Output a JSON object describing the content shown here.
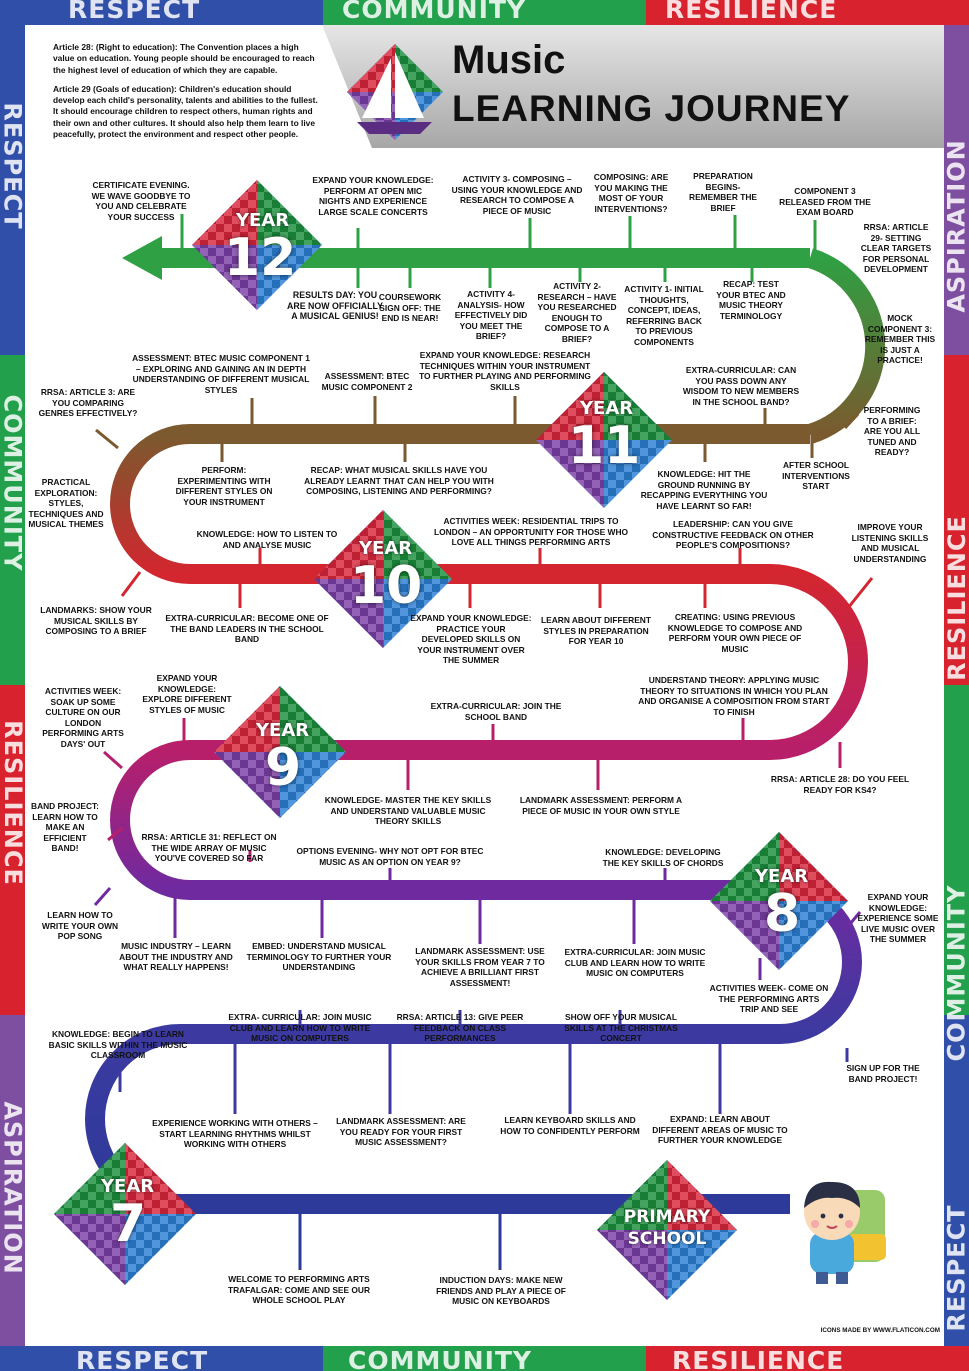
{
  "header": {
    "title": "Music",
    "subtitle": "LEARNING JOURNEY"
  },
  "intro": {
    "article28": "Article 28: (Right to education): The Convention places a high value on education. Young people should be encouraged to reach the highest level of education of which they are capable.",
    "article29": "Article 29 (Goals of education): Children's education should develop each child's personality, talents and abilities to the fullest. It should encourage children to respect others, human rights and their own and other cultures. It should also help them learn to live peacefully, protect the environment and respect other people."
  },
  "border": {
    "top": [
      "RESPECT",
      "COMMUNITY",
      "RESILIENCE"
    ],
    "bottom": [
      "RESPECT",
      "COMMUNITY",
      "RESILIENCE"
    ],
    "left": [
      "RESPECT",
      "COMMUNITY",
      "RESILIENCE",
      "ASPIRATION"
    ],
    "right": [
      "ASPIRATION",
      "RESILIENCE",
      "COMMUNITY",
      "RESPECT"
    ]
  },
  "years": {
    "y12": {
      "word": "YEAR",
      "num": "12"
    },
    "y11": {
      "word": "YEAR",
      "num": "11"
    },
    "y10": {
      "word": "YEAR",
      "num": "10"
    },
    "y9": {
      "word": "YEAR",
      "num": "9"
    },
    "y8": {
      "word": "YEAR",
      "num": "8"
    },
    "y7": {
      "word": "YEAR",
      "num": "7"
    },
    "primary": "PRIMARY SCHOOL"
  },
  "labels": {
    "y12_certificate": "CERTIFICATE EVENING. WE WAVE GOODBYE TO YOU AND CELEBRATE YOUR SUCCESS",
    "y12_openmic": "EXPAND YOUR KNOWLEDGE: PERFORM AT OPEN MIC NIGHTS AND EXPERIENCE LARGE SCALE CONCERTS",
    "y12_activity3": "ACTIVITY 3- COMPOSING – USING YOUR KNOWLEDGE AND RESEARCH TO COMPOSE A PIECE OF MUSIC",
    "y12_composing": "COMPOSING: ARE YOU MAKING THE MOST OF YOUR INTERVENTIONS?",
    "y12_preparation": "PREPARATION BEGINS- REMEMBER THE BRIEF",
    "y12_component3": "COMPONENT 3 RELEASED FROM THE EXAM BOARD",
    "y12_rrsa29": "RRSA: ARTICLE 29- SETTING CLEAR TARGETS FOR PERSONAL DEVELOPMENT",
    "y12_results": "RESULTS DAY: YOU ARE NOW OFFICIALLY A MUSICAL GENIUS!",
    "y12_coursework": "COURSEWORK SIGN OFF: THE END IS NEAR!",
    "y12_activity4": "ACTIVITY 4- ANALYSIS- HOW EFFECTIVELY DID YOU MEET THE BRIEF?",
    "y12_activity2": "ACTIVITY 2- RESEARCH – HAVE YOU RESEARCHED ENOUGH TO COMPOSE TO A BRIEF?",
    "y12_activity1": "ACTIVITY 1- INITIAL THOUGHTS, CONCEPT, IDEAS, REFERRING BACK TO PREVIOUS COMPONENTS",
    "y12_recap": "RECAP: TEST YOUR BTEC AND MUSIC THEORY TERMINOLOGY",
    "y12_mock": "MOCK COMPONENT 3: REMEMBER THIS IS JUST A PRACTICE!",
    "y11_btec1": "ASSESSMENT: BTEC MUSIC COMPONENT 1 – EXPLORING AND GAINING AN IN DEPTH UNDERSTANDING OF DIFFERENT MUSICAL STYLES",
    "y11_btec2": "ASSESSMENT: BTEC MUSIC COMPONENT 2",
    "y11_expand": "EXPAND YOUR KNOWLEDGE: RESEARCH TECHNIQUES WITHIN YOUR INSTRUMENT TO FURTHER PLAYING AND PERFORMING SKILLS",
    "y11_extra": "EXTRA-CURRICULAR: CAN YOU PASS DOWN ANY WISDOM TO NEW MEMBERS IN THE SCHOOL BAND?",
    "y11_rrsa3": "RRSA: ARTICLE 3: ARE YOU COMPARING GENRES EFFECTIVELY?",
    "y11_perform": "PERFORM: EXPERIMENTING WITH DIFFERENT STYLES ON YOUR INSTRUMENT",
    "y11_recap": "RECAP: WHAT MUSICAL SKILLS HAVE YOU ALREADY LEARNT THAT CAN HELP YOU WITH COMPOSING, LISTENING AND PERFORMING?",
    "y11_knowledge": "KNOWLEDGE: HIT THE GROUND RUNNING BY RECAPPING EVERYTHING YOU HAVE LEARNT SO FAR!",
    "y11_afterschool": "AFTER SCHOOL INTERVENTIONS START",
    "y11_brief": "PERFORMING TO A BRIEF: ARE YOU ALL TUNED AND READY?",
    "y10_practical": "PRACTICAL EXPLORATION: STYLES, TECHNIQUES AND MUSICAL THEMES",
    "y10_listen": "KNOWLEDGE: HOW TO LISTEN TO AND ANALYSE MUSIC",
    "y10_activitiesweek": "ACTIVITIES WEEK: RESIDENTIAL TRIPS TO LONDON – AN OPPORTUNITY FOR THOSE WHO LOVE ALL THINGS PERFORMING ARTS",
    "y10_leadership": "LEADERSHIP: CAN YOU GIVE CONSTRUCTIVE FEEDBACK ON OTHER PEOPLE'S COMPOSITIONS?",
    "y10_improve": "IMPROVE YOUR LISTENING SKILLS AND MUSICAL UNDERSTANDING",
    "y10_landmarks": "LANDMARKS: SHOW YOUR MUSICAL SKILLS BY COMPOSING TO A BRIEF",
    "y10_extra": "EXTRA-CURRICULAR: BECOME ONE OF THE BAND LEADERS IN THE SCHOOL BAND",
    "y10_expand": "EXPAND YOUR KNOWLEDGE: PRACTICE YOUR DEVELOPED SKILLS ON YOUR INSTRUMENT OVER THE SUMMER",
    "y10_learn": "LEARN ABOUT DIFFERENT STYLES IN PREPARATION FOR YEAR 10",
    "y10_creating": "CREATING: USING PREVIOUS KNOWLEDGE TO COMPOSE AND PERFORM YOUR OWN PIECE OF MUSIC",
    "y9_activitiesweek": "ACTIVITIES WEEK: SOAK UP SOME CULTURE ON OUR LONDON PERFORMING ARTS DAYS' OUT",
    "y9_expand": "EXPAND YOUR KNOWLEDGE: EXPLORE DIFFERENT STYLES OF MUSIC",
    "y9_extra": "EXTRA-CURRICULAR: JOIN THE SCHOOL BAND",
    "y9_theory": "UNDERSTAND THEORY: APPLYING MUSIC THEORY TO SITUATIONS IN WHICH YOU PLAN AND ORGANISE A COMPOSITION FROM START TO FINISH",
    "y9_rrsa28": "RRSA: ARTICLE 28: DO YOU FEEL READY FOR KS4?",
    "y9_band": "BAND PROJECT: LEARN HOW TO MAKE AN EFFICIENT BAND!",
    "y9_master": "KNOWLEDGE- MASTER THE KEY SKILLS AND UNDERSTAND VALUABLE MUSIC THEORY SKILLS",
    "y9_landmark": "LANDMARK ASSESSMENT: PERFORM A PIECE OF MUSIC IN YOUR OWN STYLE",
    "y9_rrsa31": "RRSA: ARTICLE 31: REFLECT ON THE WIDE ARRAY OF MUSIC YOU'VE COVERED SO FAR",
    "y8_options": "OPTIONS EVENING- WHY NOT OPT FOR BTEC MUSIC AS AN OPTION ON YEAR 9?",
    "y8_chords": "KNOWLEDGE: DEVELOPING THE KEY SKILLS OF CHORDS",
    "y8_expand": "EXPAND YOUR KNOWLEDGE: EXPERIENCE SOME LIVE MUSIC OVER THE SUMMER",
    "y8_popsong": "LEARN HOW TO WRITE YOUR OWN POP SONG",
    "y8_industry": "MUSIC INDUSTRY – LEARN ABOUT THE INDUSTRY AND WHAT REALLY HAPPENS!",
    "y8_embed": "EMBED: UNDERSTAND MUSICAL TERMINOLOGY TO FURTHER YOUR UNDERSTANDING",
    "y8_landmark": "LANDMARK ASSESSMENT: USE YOUR SKILLS FROM YEAR 7 TO ACHIEVE A BRILLIANT FIRST ASSESSMENT!",
    "y8_extra": "EXTRA-CURRICULAR: JOIN MUSIC CLUB AND LEARN HOW TO WRITE MUSIC ON COMPUTERS",
    "y8_activitiesweek": "ACTIVITIES WEEK- COME ON THE PERFORMING ARTS TRIP AND SEE",
    "y7_basic": "KNOWLEDGE: BEGIN TO LEARN BASIC SKILLS WITHIN THE MUSIC CLASSROOM",
    "y7_extra": "EXTRA- CURRICULAR: JOIN MUSIC CLUB AND LEARN HOW TO WRITE MUSIC ON COMPUTERS",
    "y7_rrsa13": "RRSA: ARTICLE 13: GIVE PEER FEEDBACK ON CLASS PERFORMANCES",
    "y7_christmas": "SHOW OFF YOUR MUSICAL SKILLS AT THE CHRISTMAS CONCERT",
    "y7_signup": "SIGN UP FOR THE BAND PROJECT!",
    "y7_others": "EXPERIENCE WORKING WITH OTHERS – START LEARNING RHYTHMS WHILST WORKING WITH OTHERS",
    "y7_landmark": "LANDMARK ASSESSMENT: ARE YOU READY FOR YOUR FIRST MUSIC ASSESSMENT?",
    "y7_keyboard": "LEARN KEYBOARD SKILLS AND HOW TO CONFIDENTLY PERFORM",
    "y7_expand": "EXPAND: LEARN ABOUT DIFFERENT AREAS OF MUSIC TO FURTHER YOUR KNOWLEDGE",
    "y7_welcome": "WELCOME TO PERFORMING ARTS TRAFALGAR: COME AND SEE OUR WHOLE SCHOOL PLAY",
    "y7_induction": "INDUCTION DAYS: MAKE NEW FRIENDS AND PLAY A PIECE OF MUSIC ON KEYBOARDS"
  },
  "credit": "ICONS MADE BY WWW.FLATICON.COM",
  "colors": {
    "road_y12": "#2fa043",
    "road_y11": "#7a5a2e",
    "road_y10": "#d3262f",
    "road_y9": "#b81f6a",
    "road_y8": "#6f2aa0",
    "road_y7": "#2d3a9a"
  }
}
